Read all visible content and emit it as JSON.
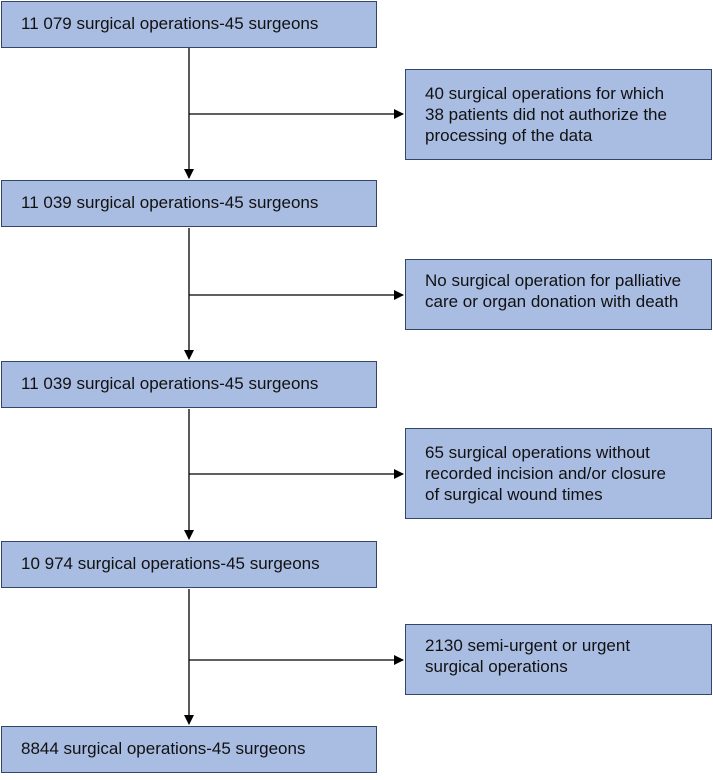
{
  "flow": {
    "main_boxes": [
      {
        "label": "11 079 surgical operations-45 surgeons"
      },
      {
        "label": "11 039 surgical operations-45 surgeons"
      },
      {
        "label": "11 039 surgical operations-45 surgeons"
      },
      {
        "label": "10 974 surgical operations-45 surgeons"
      },
      {
        "label": "8844 surgical operations-45 surgeons"
      }
    ],
    "exclusion_boxes": [
      {
        "lines": [
          "40 surgical operations for which",
          "38 patients did not authorize the",
          "processing of the data"
        ]
      },
      {
        "lines": [
          "No surgical operation for palliative",
          "care or organ donation with death"
        ]
      },
      {
        "lines": [
          "65 surgical operations without",
          "recorded incision and/or closure",
          "of surgical wound times"
        ]
      },
      {
        "lines": [
          "2130 semi-urgent or urgent",
          "surgical operations"
        ]
      }
    ]
  },
  "colors": {
    "box_fill": "#a9bce2",
    "box_border": "#34456a",
    "arrow": "#000000"
  }
}
